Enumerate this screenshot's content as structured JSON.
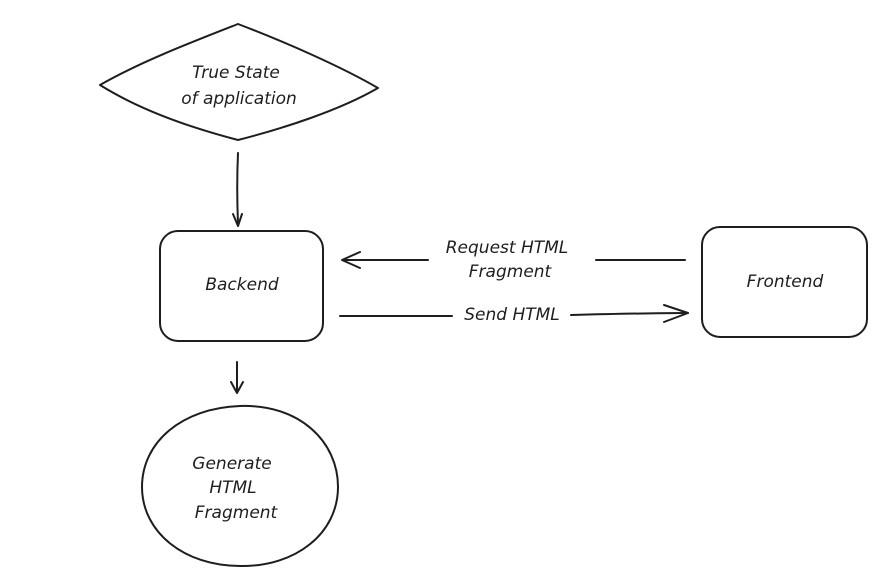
{
  "nodes": {
    "true_state": {
      "lines": [
        "True State",
        "of application"
      ]
    },
    "backend": {
      "label": "Backend"
    },
    "frontend": {
      "label": "Frontend"
    },
    "generate": {
      "lines": [
        "Generate",
        "HTML",
        "Fragment"
      ]
    }
  },
  "edges": {
    "request": {
      "lines": [
        "Request HTML",
        "Fragment"
      ]
    },
    "send": {
      "label": "Send HTML"
    }
  },
  "colors": {
    "stroke": "#1e1e1e",
    "background": "#ffffff"
  }
}
